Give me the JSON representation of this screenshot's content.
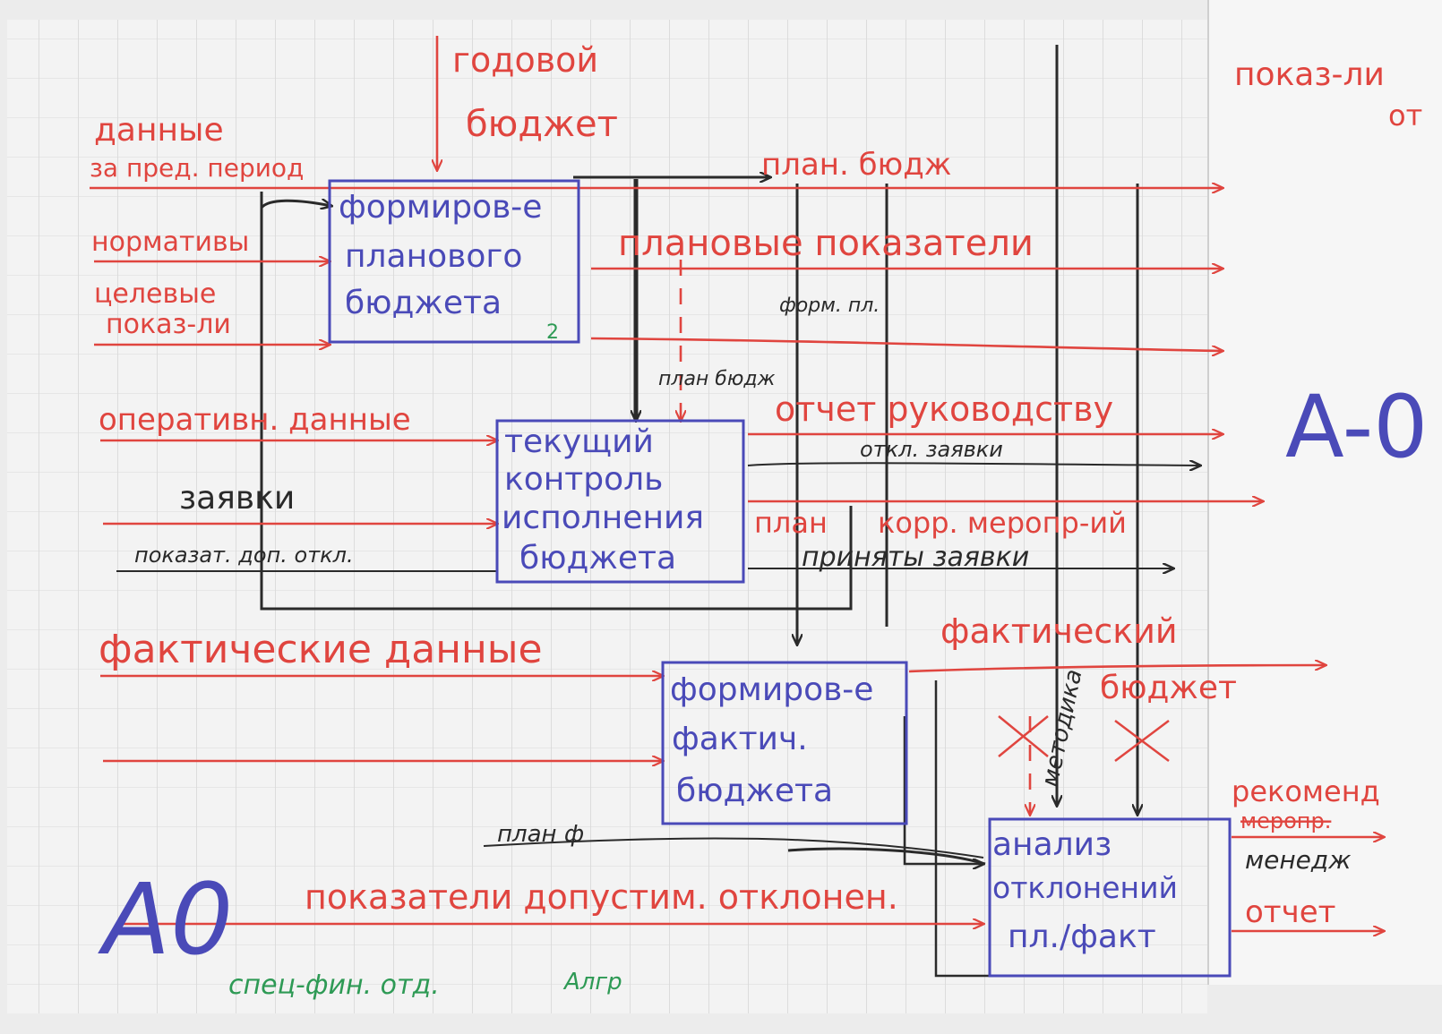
{
  "colors": {
    "red": "#e0453f",
    "blue": "#4a4ab8",
    "black": "#2a2a2a",
    "green": "#2e9a55",
    "paper": "#f3f3f3",
    "grid": "#c9c9c9"
  },
  "diagram": {
    "corner_label": "A0",
    "side_label": "A-0",
    "top_input": [
      "годовой",
      "бюджет"
    ],
    "boxes": {
      "plan": [
        "формиров-е",
        "планового",
        "бюджета"
      ],
      "plan_number": "2",
      "control": [
        "текущий",
        "контроль",
        "исполнения",
        "бюджета"
      ],
      "fact": [
        "формиров-е",
        "фактич.",
        "бюджета"
      ],
      "analysis": [
        "анализ",
        "отклонений",
        "пл./факт"
      ]
    },
    "inputs": {
      "prev_data": [
        "данные",
        "за пред. период"
      ],
      "norms": "нормативы",
      "targets": [
        "целевые",
        "показ-ли"
      ],
      "operative": "оперативн. данные",
      "requests": "заявки",
      "allowed_dev": "показат. доп. откл.",
      "actual_data": "фактические данные",
      "allowed_dev_long": "показатели допустим. отклонен."
    },
    "outputs": {
      "plan_budget": "план. бюдж",
      "plan_indicators": "плановые показатели",
      "report_mgmt": "отчет руководству",
      "rejected": "откл. заявки",
      "plan_corr": "план",
      "corr_measures": "корр. меропр-ий",
      "accepted": "приняты заявки",
      "actual_budget": [
        "фактический",
        "бюджет"
      ],
      "recommend": "рекоменд",
      "recommend_strike": "меропр.",
      "manager": "менедж",
      "report": "отчет"
    },
    "mechanisms": {
      "methods": "методика"
    },
    "scribbles": {
      "format": "форм. пл.",
      "plan_b": "план бюдж",
      "plan_f": "план ф",
      "bottom_green_1": "спец-фин. отд.",
      "bottom_green_2": "Алгр"
    },
    "right_page": {
      "title": "показ-ли",
      "sub": "от"
    }
  }
}
